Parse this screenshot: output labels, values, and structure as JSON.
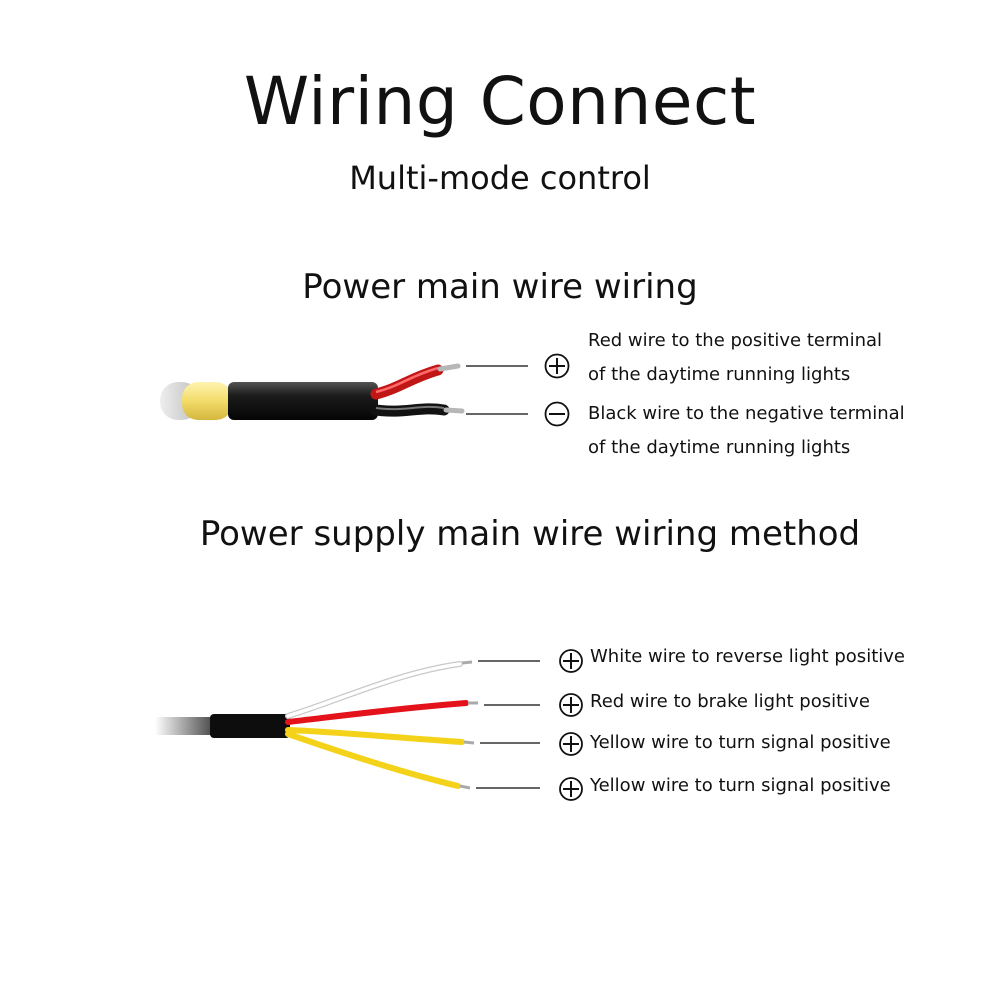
{
  "header": {
    "title": "Wiring Connect",
    "subtitle": "Multi-mode control"
  },
  "section_power_main": {
    "title": "Power main wire wiring",
    "terminals": [
      {
        "symbol": "plus",
        "wire_color": "#d81a1a",
        "lines": [
          "Red wire to the positive terminal",
          "of the daytime running lights"
        ]
      },
      {
        "symbol": "minus",
        "wire_color": "#1a1a1a",
        "lines": [
          "Black wire to the negative terminal",
          "of the daytime running lights"
        ]
      }
    ]
  },
  "section_power_supply": {
    "title": "Power supply main wire wiring method",
    "wires": [
      {
        "symbol": "plus",
        "wire_color": "#f2f2f2",
        "label": "White wire to reverse light positive"
      },
      {
        "symbol": "plus",
        "wire_color": "#e3121b",
        "label": "Red wire to brake light positive"
      },
      {
        "symbol": "plus",
        "wire_color": "#f5d21a",
        "label": "Yellow wire to turn signal positive"
      },
      {
        "symbol": "plus",
        "wire_color": "#f5d21a",
        "label": "Yellow wire to turn signal positive"
      }
    ]
  }
}
